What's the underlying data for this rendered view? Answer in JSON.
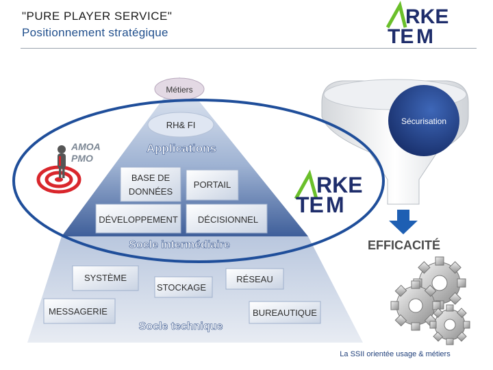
{
  "header": {
    "title": "\"PURE PLAYER SERVICE\"",
    "subtitle": "Positionnement stratégique"
  },
  "logo": {
    "line1": "RKE",
    "line2": "TE",
    "line3": "M"
  },
  "pyramid": {
    "metiers": "Métiers",
    "rhfi": "RH& FI",
    "applications": "Applications",
    "base_line1": "BASE DE",
    "base_line2": "DONNÉES",
    "portail": "PORTAIL",
    "developpement": "DÉVELOPPEMENT",
    "decisionnel": "DÉCISIONNEL",
    "socle_intermediaire": "Socle intermédiaire",
    "systeme": "SYSTÈME",
    "stockage": "STOCKAGE",
    "reseau": "RÉSEAU",
    "messagerie": "MESSAGERIE",
    "bureautique": "BUREAUTIQUE",
    "socle_technique": "Socle technique"
  },
  "amoa": {
    "line1": "AMOA",
    "line2": "PMO"
  },
  "funnel": {
    "label": "Sécurisation"
  },
  "efficacite": "EFFICACITÉ",
  "tagline": "La SSII orientée usage & métiers",
  "colors": {
    "accent": "#1f4e8c",
    "brand_green": "#6abf2a",
    "funnel_blue": "#1e3f88"
  }
}
